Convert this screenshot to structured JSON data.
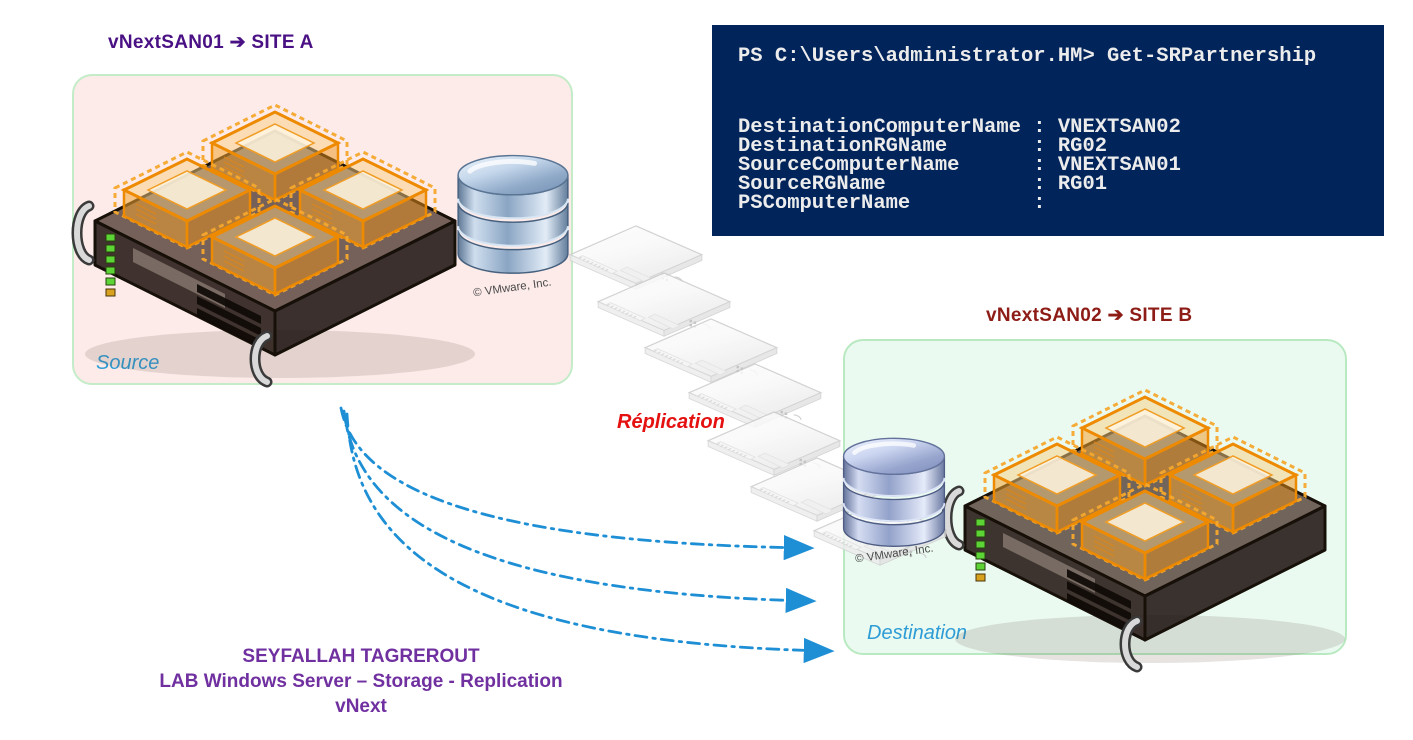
{
  "site_a": {
    "title": "vNextSAN01 ➔ SITE A",
    "panel_label": "Source",
    "vmware_credit": "© VMware, Inc."
  },
  "site_b": {
    "title": "vNextSAN02 ➔ SITE B",
    "panel_label": "Destination",
    "vmware_credit": "© VMware, Inc."
  },
  "terminal": {
    "prompt_line": "PS C:\\Users\\administrator.HM> Get-SRPartnership",
    "output_lines": [
      "DestinationComputerName : VNEXTSAN02",
      "DestinationRGName       : RG02",
      "SourceComputerName      : VNEXTSAN01",
      "SourceRGName            : RG01",
      "PSComputerName          :"
    ]
  },
  "replication_label": "Réplication",
  "footer": {
    "author": "SEYFALLAH TAGREROUT",
    "lab": "LAB Windows Server – Storage - Replication",
    "product": "vNext"
  },
  "colors": {
    "site_a_title": "#4a1184",
    "site_b_title": "#8d1c16",
    "panel_label_blue": "#2e9cd6",
    "replication_red": "#e41110",
    "footer_purple": "#7030a0",
    "terminal_bg": "#01245a",
    "terminal_text": "#ececec",
    "arrow_blue": "#1e8fd5",
    "source_panel_bg": "#fcebe9",
    "destination_panel_bg": "#eafaf0",
    "panel_border_green": "#bfe9c4",
    "vm_orange": "#ee8a00"
  }
}
